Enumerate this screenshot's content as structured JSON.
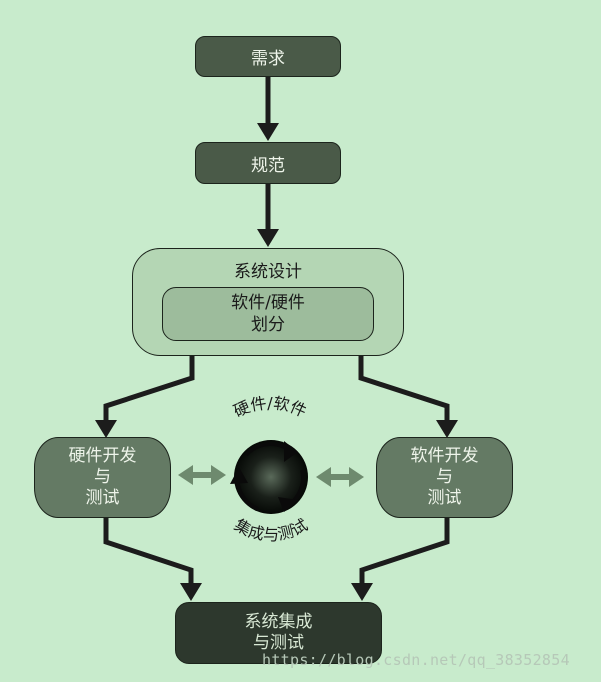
{
  "diagram": {
    "requirements": "需求",
    "specification": "规范",
    "system_design": "系统设计",
    "partition": "软件/硬件\n划分",
    "hw_dev": "硬件开发\n与\n测试",
    "sw_dev": "软件开发\n与\n测试",
    "integration": "系统集成\n与测试",
    "cosim_top": "硬件/软件",
    "cosim_bottom": "集成与测试"
  },
  "watermark": "https://blog.csdn.net/qq_38352854",
  "colors": {
    "background": "#c8ebcc",
    "dark_box": "#4a5a48",
    "system_design_bg": "#b4d6b4",
    "partition_bg": "#9dbc9c",
    "dev_box": "#647a64",
    "integration_box": "#2d382d"
  }
}
